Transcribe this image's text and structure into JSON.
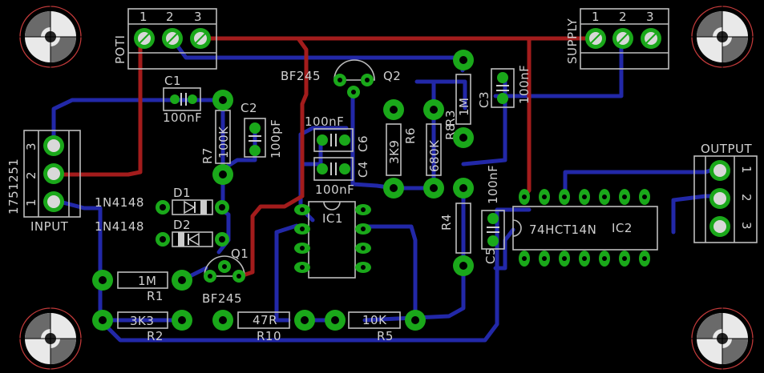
{
  "board": {
    "connectors": {
      "poti": {
        "name": "POTI",
        "pins": [
          "1",
          "2",
          "3"
        ]
      },
      "supply": {
        "name": "SUPPLY",
        "pins": [
          "1",
          "2",
          "3"
        ]
      },
      "input": {
        "name": "INPUT",
        "part": "1751251",
        "pins": [
          "3",
          "2",
          "1"
        ]
      },
      "output": {
        "name": "OUTPUT",
        "pins": [
          "1",
          "2",
          "3"
        ]
      }
    },
    "components": {
      "c1": {
        "ref": "C1",
        "value": "100nF"
      },
      "c2": {
        "ref": "C2",
        "value": "100pF"
      },
      "c3": {
        "ref": "C3",
        "value": "100nF"
      },
      "c4": {
        "ref": "C4",
        "value": "100nF"
      },
      "c5": {
        "ref": "C5",
        "value": "100nF"
      },
      "c6": {
        "ref": "C6",
        "value": "100nF"
      },
      "r1": {
        "ref": "R1",
        "value": "1M"
      },
      "r2": {
        "ref": "R2",
        "value": "3K3"
      },
      "r3": {
        "ref": "R3",
        "value": "1M"
      },
      "r4": {
        "ref": "R4",
        "value": ""
      },
      "r5": {
        "ref": "R5",
        "value": "10K"
      },
      "r6": {
        "ref": "R6",
        "value": "3K9"
      },
      "r7": {
        "ref": "R7",
        "value": "100K"
      },
      "r8": {
        "ref": "R8",
        "value": "680K"
      },
      "r10": {
        "ref": "R10",
        "value": "47R"
      },
      "d1": {
        "ref": "D1",
        "value": "1N4148"
      },
      "d2": {
        "ref": "D2",
        "value": "1N4148"
      },
      "q1": {
        "ref": "Q1",
        "value": "BF245"
      },
      "q2": {
        "ref": "Q2",
        "value": "BF245"
      },
      "ic1": {
        "ref": "IC1"
      },
      "ic2": {
        "ref": "IC2",
        "value": "74HCT14N"
      }
    },
    "colors": {
      "background": "#000000",
      "bottom_trace": "#2228a8",
      "top_trace": "#a31c1c",
      "pad": "#1aa81a",
      "silkscreen": "#cfcfcf",
      "mount_hole_ring": "#c23a3a"
    }
  }
}
